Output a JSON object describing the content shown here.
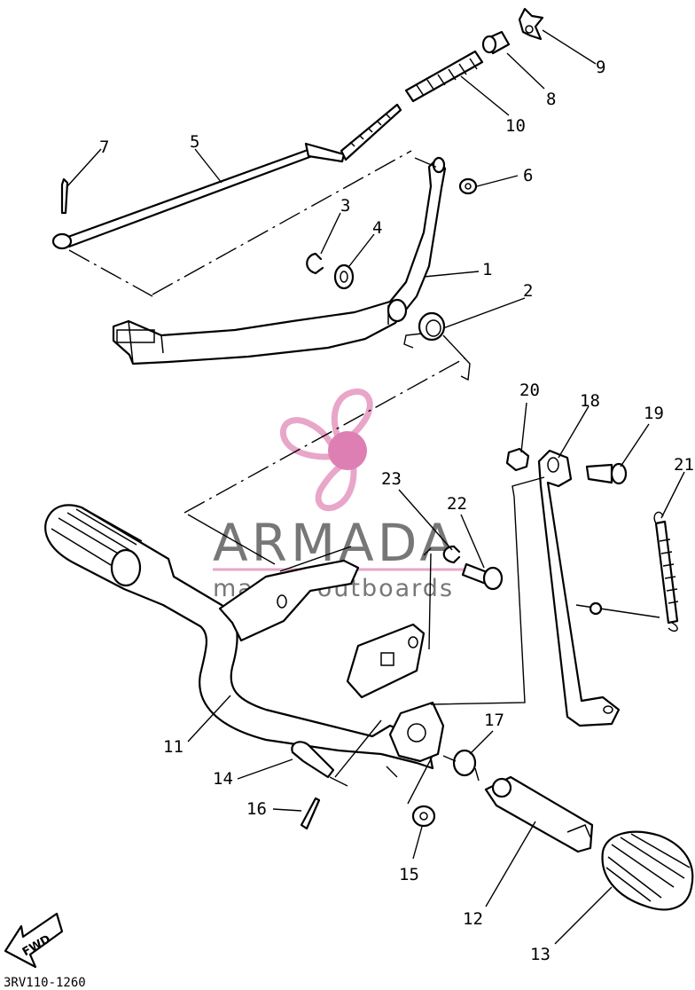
{
  "diagram_code": "3RV110-1260",
  "fwd_label": "FWD",
  "watermark": {
    "brand": "ARMADA",
    "tagline": "marine outboards",
    "colors": {
      "logo": "#e8a6c8",
      "logo_center": "#de7fb4",
      "text": "#777777"
    }
  },
  "callouts": [
    {
      "id": "1",
      "label": "1"
    },
    {
      "id": "2",
      "label": "2"
    },
    {
      "id": "3",
      "label": "3"
    },
    {
      "id": "4",
      "label": "4"
    },
    {
      "id": "5",
      "label": "5"
    },
    {
      "id": "6",
      "label": "6"
    },
    {
      "id": "7",
      "label": "7"
    },
    {
      "id": "8",
      "label": "8"
    },
    {
      "id": "9",
      "label": "9"
    },
    {
      "id": "10",
      "label": "10"
    },
    {
      "id": "11",
      "label": "11"
    },
    {
      "id": "12",
      "label": "12"
    },
    {
      "id": "13",
      "label": "13"
    },
    {
      "id": "14",
      "label": "14"
    },
    {
      "id": "15",
      "label": "15"
    },
    {
      "id": "16",
      "label": "16"
    },
    {
      "id": "17",
      "label": "17"
    },
    {
      "id": "18",
      "label": "18"
    },
    {
      "id": "19",
      "label": "19"
    },
    {
      "id": "20",
      "label": "20"
    },
    {
      "id": "21",
      "label": "21"
    },
    {
      "id": "22",
      "label": "22"
    },
    {
      "id": "23",
      "label": "23"
    }
  ]
}
